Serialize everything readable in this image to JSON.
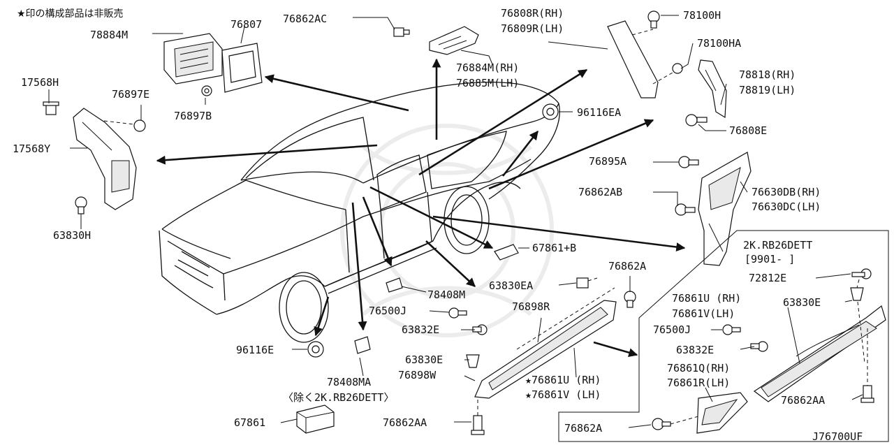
{
  "diagram": {
    "note": "★印の構成部品は非販売",
    "figure_id": "J76700UF",
    "inset_lines": [
      "2K.RB26DETT",
      "[9901-        ]"
    ],
    "exclusion_note": "〈除く2K.RB26DETT〉",
    "callouts": {
      "c78884M": "78884M",
      "c76807": "76807",
      "c76862AC": "76862AC",
      "c76808R": "76808R(RH)",
      "c76809R": "76809R(LH)",
      "c78100H": "78100H",
      "c78100HA": "78100HA",
      "c17568H": "17568H",
      "c76897E": "76897E",
      "c76897B": "76897B",
      "c76884M": "76884M(RH)",
      "c76885M": "76885M(LH)",
      "c78818R": "78818(RH)",
      "c78819L": "78819(LH)",
      "c96116EA": "96116EA",
      "c17568Y": "17568Y",
      "c76808E": "76808E",
      "c76895A": "76895A",
      "c76862AB": "76862AB",
      "c76630DB": "76630DB(RH)",
      "c76630DC": "76630DC(LH)",
      "c63830H": "63830H",
      "c67861B": "67861+B",
      "c76862A_1": "76862A",
      "c78408M": "78408M",
      "c63830EA": "63830EA",
      "c76500J_1": "76500J",
      "c76898R": "76898R",
      "c63832E_1": "63832E",
      "c96116E": "96116E",
      "c63830E_1": "63830E",
      "c76898W": "76898W",
      "c78408MA": "78408MA",
      "c76861U_star": "★76861U (RH)",
      "c76861V_star": "★76861V (LH)",
      "c67861": "67861",
      "c76862AA_1": "76862AA",
      "c72812E": "72812E",
      "c76861U": "76861U (RH)",
      "c76861V": "76861V(LH)",
      "c63830E_2": "63830E",
      "c76500J_2": "76500J",
      "c63832E_2": "63832E",
      "c76861Q": "76861Q(RH)",
      "c76861R": "76861R(LH)",
      "c76862AA_2": "76862AA",
      "c76862A_2": "76862A"
    }
  }
}
